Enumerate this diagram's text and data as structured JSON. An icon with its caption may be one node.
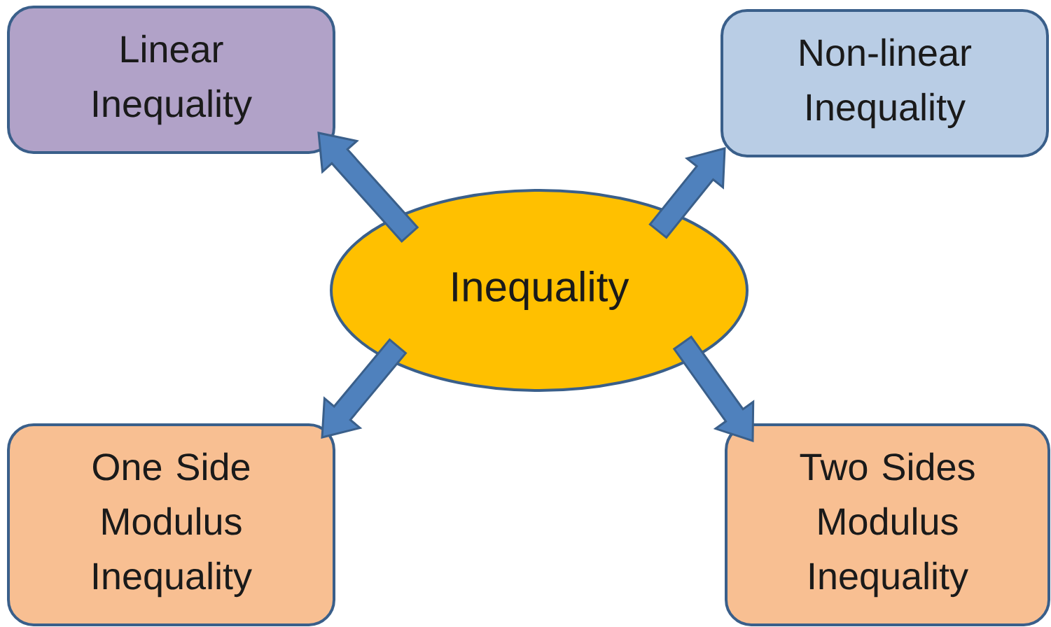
{
  "diagram": {
    "nodes": [
      {
        "text": [
          "Inequality"
        ]
      },
      {
        "text": [
          "Linear Inequality"
        ]
      },
      {
        "text": [
          "Non-linear Inequality"
        ]
      },
      {
        "text": [
          "One Side Modulus Inequality"
        ]
      },
      {
        "text": [
          "Two Sides Modulus Inequality"
        ]
      }
    ],
    "edges": [
      {
        "from": 0,
        "to": 1,
        "arrow": "to"
      },
      {
        "from": 0,
        "to": 2,
        "arrow": "to"
      },
      {
        "from": 0,
        "to": 3,
        "arrow": "to"
      },
      {
        "from": 0,
        "to": 4,
        "arrow": "to"
      }
    ]
  }
}
